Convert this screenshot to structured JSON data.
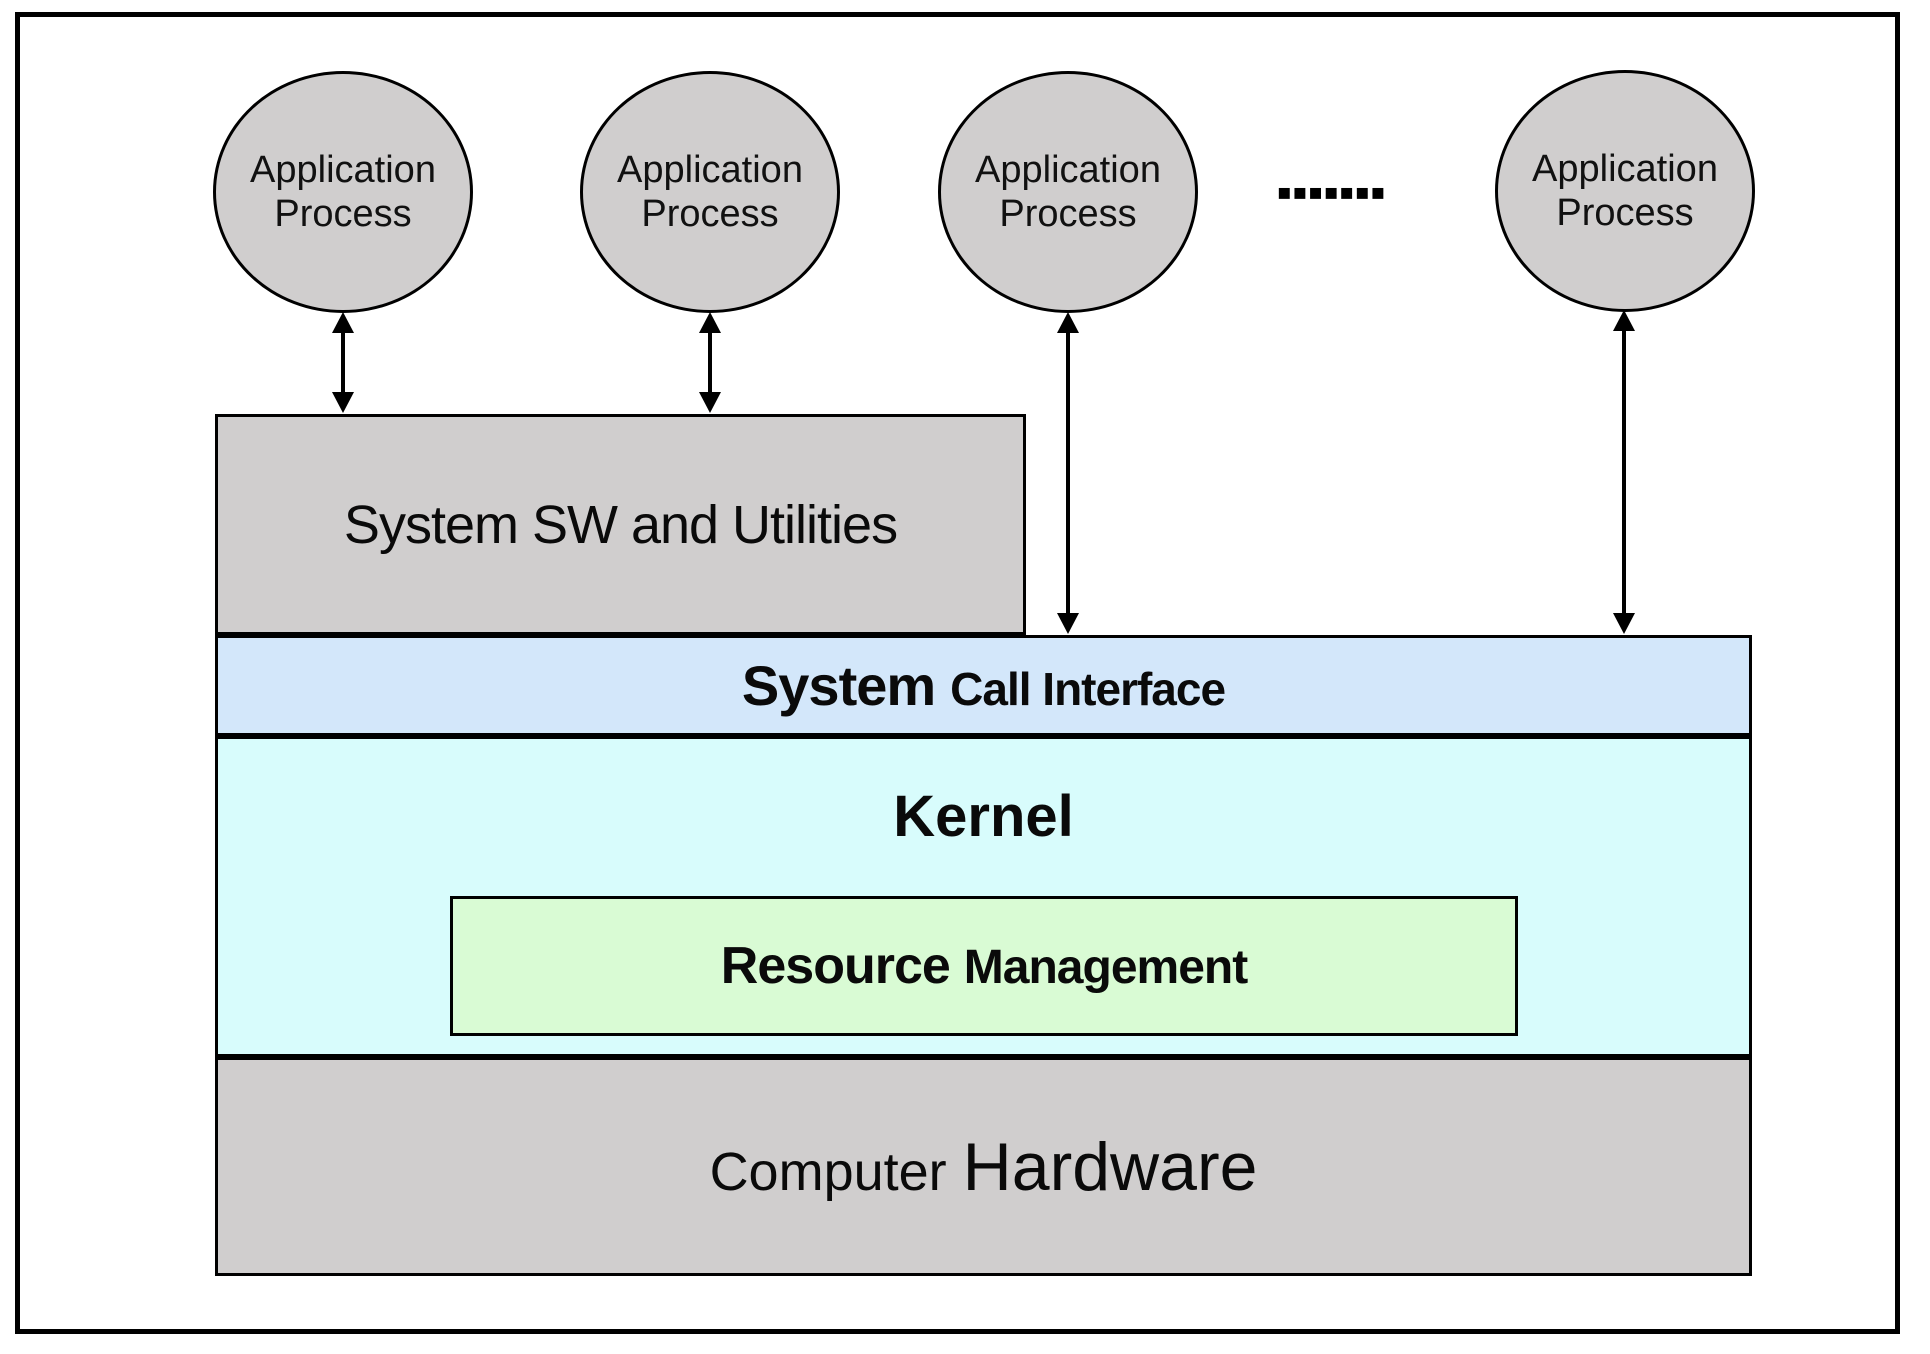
{
  "app_process": {
    "line1": "Application",
    "line2": "Process"
  },
  "ellipsis": {
    "glyphs": "▪▪▪▪▪▪▪"
  },
  "system_sw": {
    "label": "System SW and Utilities"
  },
  "system_call_interface": {
    "word1": "System",
    "rest": "Call Interface"
  },
  "kernel": {
    "label": "Kernel"
  },
  "resource_management": {
    "word1": "Resource",
    "word2": "Management"
  },
  "hardware": {
    "word1": "Computer",
    "word2": "Hardware"
  },
  "colors": {
    "shape_gray": "#d0cece",
    "system_call_blue": "#d3e7fa",
    "kernel_cyan": "#d8fcfc",
    "resource_green": "#d9fbd4",
    "line_black": "#000000",
    "background_white": "#ffffff"
  }
}
